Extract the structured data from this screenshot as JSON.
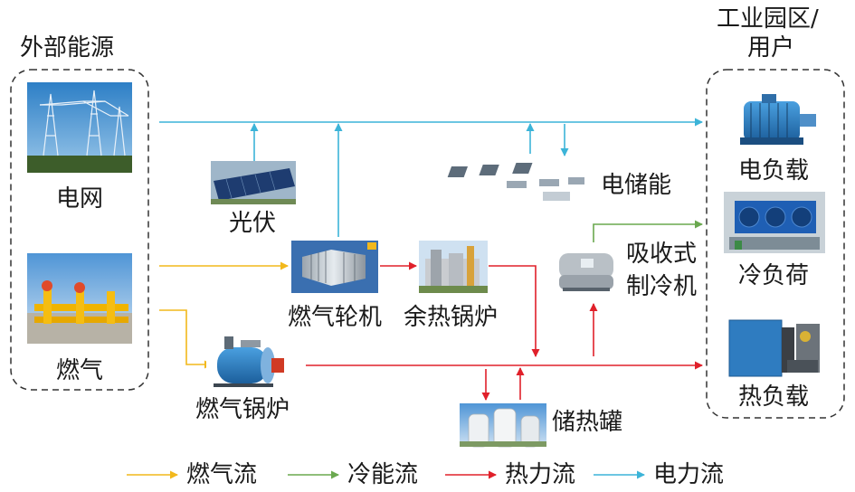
{
  "groups": {
    "external": {
      "title": "外部能源"
    },
    "industrial": {
      "title_line1": "工业园区/",
      "title_line2": "用户"
    }
  },
  "nodes": {
    "grid": {
      "label": "电网",
      "icon": "power-grid-photo"
    },
    "gas": {
      "label": "燃气",
      "icon": "gas-pipeline-photo"
    },
    "pv": {
      "label": "光伏",
      "icon": "solar-panel-photo"
    },
    "gas_turbine": {
      "label": "燃气轮机",
      "icon": "gas-turbine-photo"
    },
    "waste_heat_boiler": {
      "label": "余热锅炉",
      "icon": "waste-heat-boiler-photo"
    },
    "gas_boiler": {
      "label": "燃气锅炉",
      "icon": "gas-boiler-photo"
    },
    "battery": {
      "label": "电储能",
      "icon": "battery-storage-photo"
    },
    "absorption_chiller": {
      "label_line1": "吸收式",
      "label_line2": "制冷机",
      "icon": "absorption-chiller-photo"
    },
    "heat_tank": {
      "label": "储热罐",
      "icon": "heat-storage-tank-photo"
    },
    "electric_load": {
      "label": "电负载",
      "icon": "electric-motor-photo"
    },
    "cooling_load": {
      "label": "冷负荷",
      "icon": "cooling-unit-photo"
    },
    "heat_load": {
      "label": "热负载",
      "icon": "heat-exchanger-photo"
    }
  },
  "legend": {
    "items": [
      {
        "label": "燃气流",
        "color": "#f2b81c"
      },
      {
        "label": "冷能流",
        "color": "#6aa84f"
      },
      {
        "label": "热力流",
        "color": "#e0202a"
      },
      {
        "label": "电力流",
        "color": "#3cb4d8"
      }
    ]
  },
  "colors": {
    "gas": "#f2b81c",
    "cold": "#6aa84f",
    "heat": "#e0202a",
    "power": "#3cb4d8"
  }
}
